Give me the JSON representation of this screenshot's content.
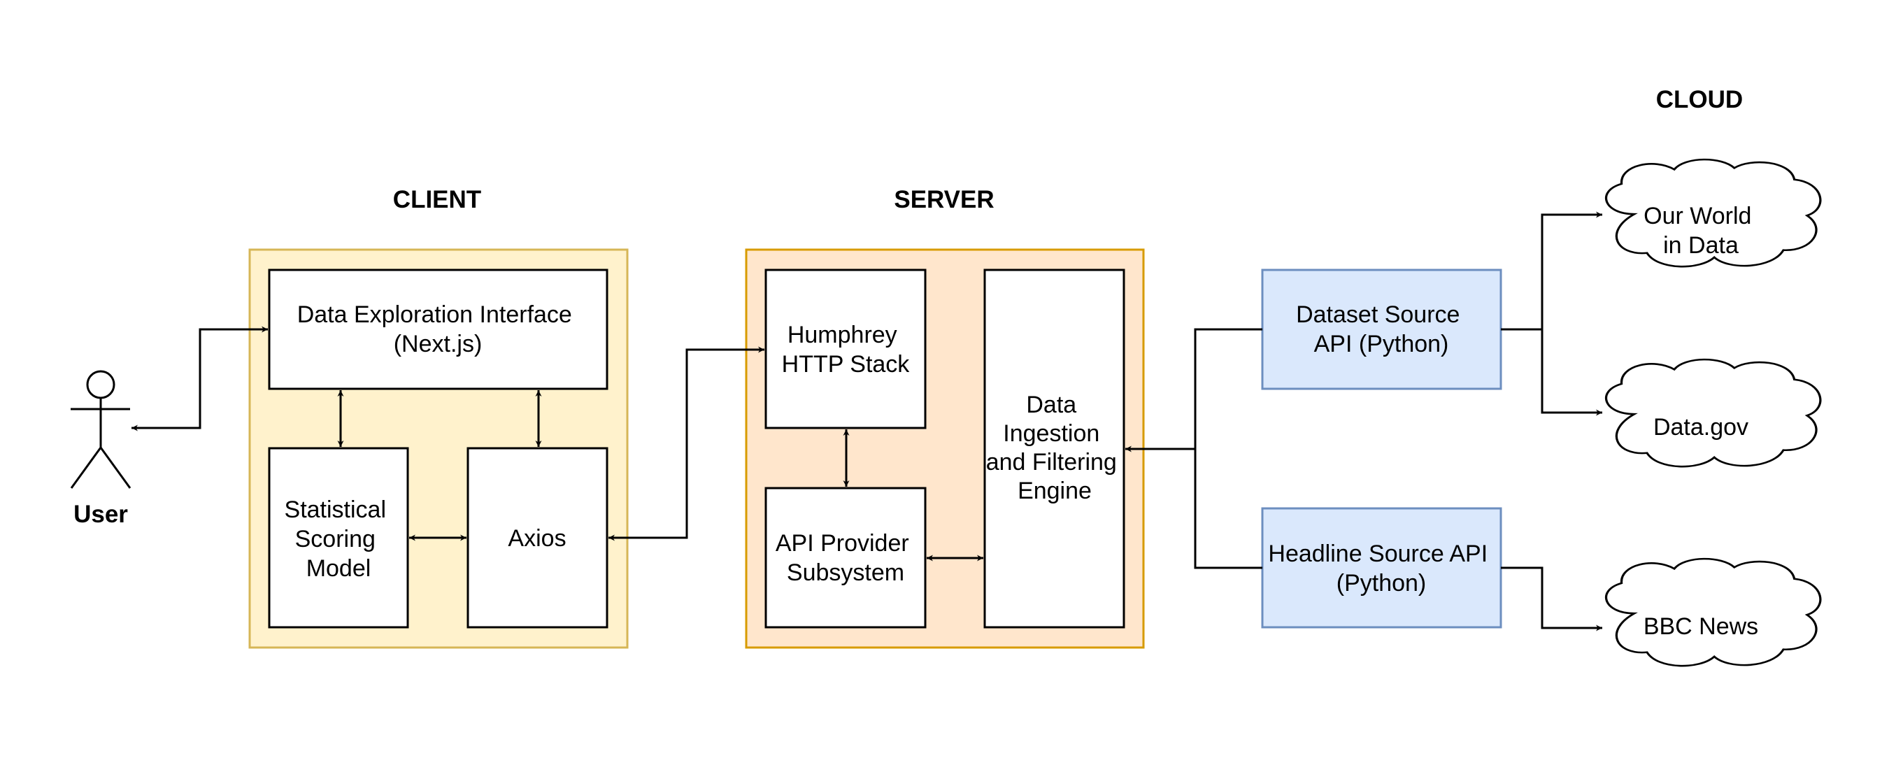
{
  "colors": {
    "client_fill": "#fff2cc",
    "client_stroke": "#d6b656",
    "server_fill": "#ffe6cc",
    "server_stroke": "#d79b00",
    "api_fill": "#dae8fc",
    "api_stroke": "#6c8ebf"
  },
  "actor": {
    "label": "User"
  },
  "groups": {
    "client": {
      "title": "CLIENT"
    },
    "server": {
      "title": "SERVER"
    },
    "cloud": {
      "title": "CLOUD"
    }
  },
  "client": {
    "interface": {
      "line1": "Data Exploration Interface",
      "line2": "(Next.js)"
    },
    "scoring": {
      "line1": "Statistical",
      "line2": "Scoring",
      "line3": "Model"
    },
    "axios": {
      "label": "Axios"
    }
  },
  "server": {
    "http": {
      "line1": "Humphrey",
      "line2": "HTTP Stack"
    },
    "provider": {
      "line1": "API Provider",
      "line2": "Subsystem"
    },
    "engine": {
      "line1": "Data",
      "line2": "Ingestion",
      "line3": "and Filtering",
      "line4": "Engine"
    }
  },
  "apis": {
    "dataset": {
      "line1": "Dataset Source",
      "line2": "API (Python)"
    },
    "headline": {
      "line1": "Headline Source API",
      "line2": "(Python)"
    }
  },
  "cloud": {
    "owid": {
      "line1": "Our World",
      "line2": "in Data"
    },
    "datagov": {
      "label": "Data.gov"
    },
    "bbc": {
      "label": "BBC News"
    }
  }
}
